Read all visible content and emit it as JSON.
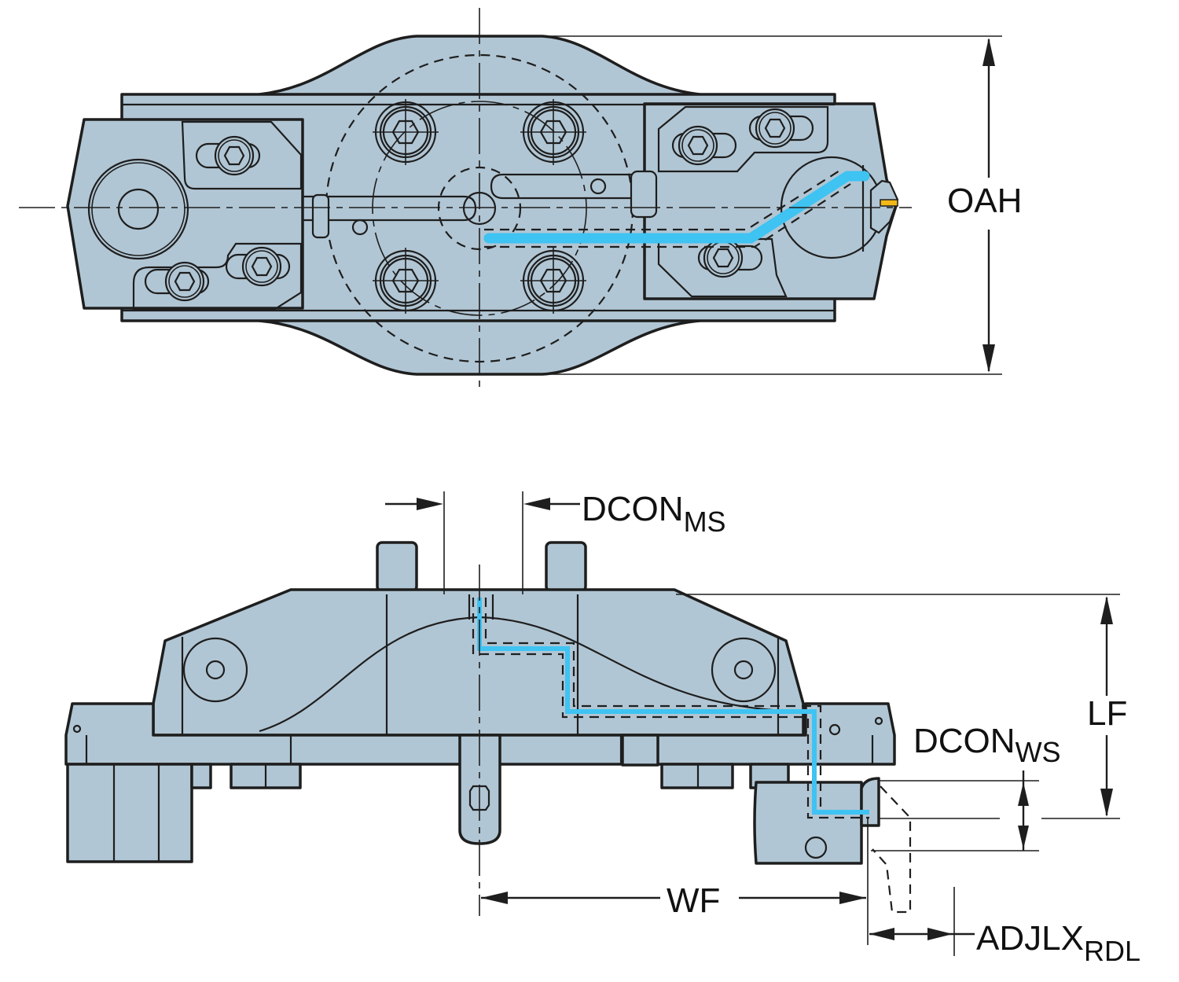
{
  "drawing": {
    "title": "Tool holder dimension drawing",
    "views": [
      "top-view",
      "side-view"
    ],
    "colors": {
      "body": "#b1c6d4",
      "outline": "#1e1e1e",
      "coolant_channel": "#3ec3f2",
      "insert": "#f2b817",
      "background": "#ffffff"
    }
  },
  "dimensions": {
    "oah": {
      "main": "OAH",
      "sub": ""
    },
    "dcon_ms": {
      "main": "DCON",
      "sub": "MS"
    },
    "lf": {
      "main": "LF",
      "sub": ""
    },
    "dcon_ws": {
      "main": "DCON",
      "sub": "WS"
    },
    "wf": {
      "main": "WF",
      "sub": ""
    },
    "adjlx_rdl": {
      "main": "ADJLX",
      "sub": "RDL"
    }
  }
}
